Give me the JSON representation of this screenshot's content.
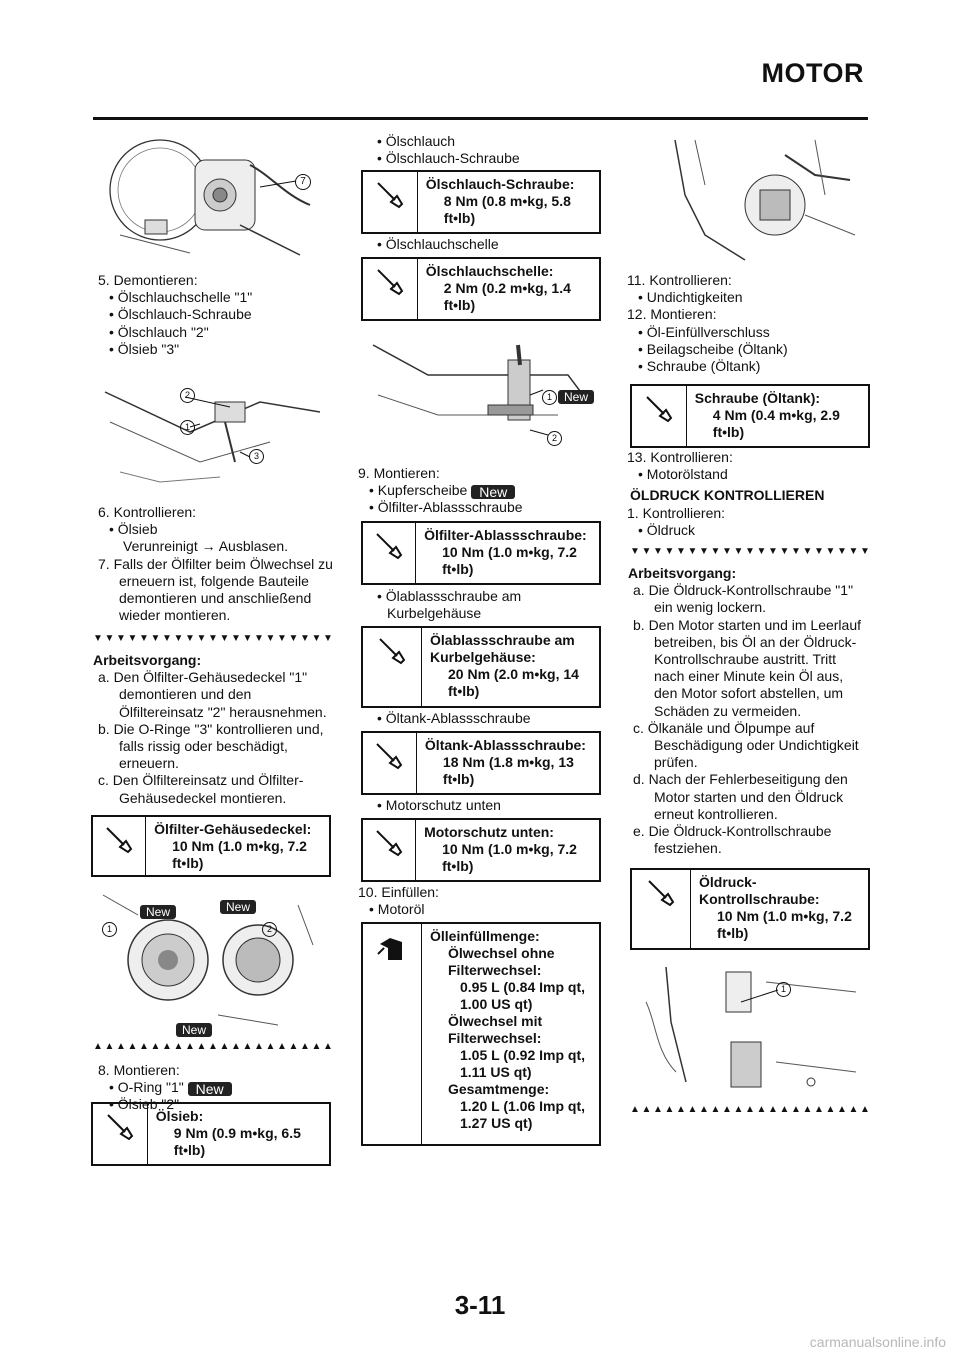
{
  "header": {
    "title": "MOTOR"
  },
  "page_number": "3-11",
  "watermark": "carmanualsonline.info",
  "new_label": "New",
  "col1": {
    "step5": "5. Demontieren:",
    "step5_items": [
      "Ölschlauchschelle \"1\"",
      "Ölschlauch-Schraube",
      "Ölschlauch \"2\"",
      "Ölsieb \"3\""
    ],
    "step6": "6. Kontrollieren:",
    "step6_items": [
      "Ölsieb"
    ],
    "step6_note": "Verunreinigt → Ausblasen.",
    "step7": "7. Falls der Ölfilter beim Ölwechsel zu erneuern ist, folgende Bauteile demontieren und anschließend wieder montieren.",
    "arbeitsvorgang": "Arbeitsvorgang:",
    "steps": [
      "a. Den Ölfilter-Gehäusedeckel \"1\" demontieren und den Ölfiltereinsatz \"2\" herausnehmen.",
      "b. Die O-Ringe \"3\" kontrollieren und, falls rissig oder beschädigt, erneuern.",
      "c. Den Ölfiltereinsatz und Ölfilter-Gehäusedeckel montieren."
    ],
    "spec1": {
      "title": "Ölfilter-Gehäusedeckel:",
      "value": "10 Nm (1.0 m•kg, 7.2 ft•lb)"
    },
    "step8": "8. Montieren:",
    "step8_items": [
      "O-Ring \"1\"",
      "Ölsieb \"2\""
    ],
    "spec2": {
      "title": "Ölsieb:",
      "value": "9 Nm (0.9 m•kg, 6.5 ft•lb)"
    }
  },
  "col2": {
    "items_top": [
      "Ölschlauch",
      "Ölschlauch-Schraube"
    ],
    "spec1": {
      "title": "Ölschlauch-Schraube:",
      "value": "8 Nm (0.8 m•kg, 5.8 ft•lb)"
    },
    "item_schelle": "Ölschlauchschelle",
    "spec2": {
      "title": "Ölschlauchschelle:",
      "value": "2 Nm (0.2 m•kg, 1.4 ft•lb)"
    },
    "step9": "9. Montieren:",
    "step9_items": [
      "Kupferscheibe",
      "Ölfilter-Ablassschraube"
    ],
    "spec3": {
      "title": "Ölfilter-Ablassschraube:",
      "value": "10 Nm (1.0 m•kg, 7.2 ft•lb)"
    },
    "item_kurbel": "Ölablassschraube am Kurbelgehäuse",
    "spec4": {
      "title": "Ölablassschraube am Kurbelgehäuse:",
      "value": "20 Nm (2.0 m•kg, 14 ft•lb)"
    },
    "item_tank": "Öltank-Ablassschraube",
    "spec5": {
      "title": "Öltank-Ablassschraube:",
      "value": "18 Nm (1.8 m•kg, 13 ft•lb)"
    },
    "item_schutz": "Motorschutz unten",
    "spec6": {
      "title": "Motorschutz unten:",
      "value": "10 Nm (1.0 m•kg, 7.2 ft•lb)"
    },
    "step10": "10. Einfüllen:",
    "step10_items": [
      "Motoröl"
    ],
    "oil": {
      "title": "Ölleinfüllmenge:",
      "sub1": "Ölwechsel ohne Filterwechsel:",
      "val1": "0.95 L (0.84 Imp qt, 1.00 US qt)",
      "sub2": "Ölwechsel mit Filterwechsel:",
      "val2": "1.05 L (0.92 Imp qt, 1.11 US qt)",
      "sub3": "Gesamtmenge:",
      "val3": "1.20 L (1.06 Imp qt, 1.27 US qt)"
    }
  },
  "col3": {
    "step11": "11. Kontrollieren:",
    "step11_items": [
      "Undichtigkeiten"
    ],
    "step12": "12. Montieren:",
    "step12_items": [
      "Öl-Einfüllverschluss",
      "Beilagscheibe (Öltank)",
      "Schraube (Öltank)"
    ],
    "spec1": {
      "title": "Schraube (Öltank):",
      "value": "4 Nm (0.4 m•kg, 2.9 ft•lb)"
    },
    "step13": "13. Kontrollieren:",
    "step13_items": [
      "Motorölstand"
    ],
    "section": "ÖLDRUCK KONTROLLIEREN",
    "step1": "1. Kontrollieren:",
    "step1_items": [
      "Öldruck"
    ],
    "arbeitsvorgang": "Arbeitsvorgang:",
    "steps": [
      "a. Die Öldruck-Kontrollschraube \"1\" ein wenig lockern.",
      "b. Den Motor starten und im Leerlauf betreiben, bis Öl an der Öldruck-Kontrollschraube austritt. Tritt nach einer Minute kein Öl aus, den Motor sofort abstellen, um Schäden zu vermeiden.",
      "c. Ölkanäle und Ölpumpe auf Beschädigung oder Undichtigkeit prüfen.",
      "d. Nach der Fehlerbeseitigung den Motor starten und den Öldruck erneut kontrollieren.",
      "e. Die Öldruck-Kontrollschraube festziehen."
    ],
    "spec2": {
      "title": "Öldruck-Kontrollschraube:",
      "value": "10 Nm (1.0 m•kg, 7.2 ft•lb)"
    }
  },
  "callouts": {
    "c1": "1",
    "c2": "2",
    "c3": "3",
    "c7": "7"
  }
}
